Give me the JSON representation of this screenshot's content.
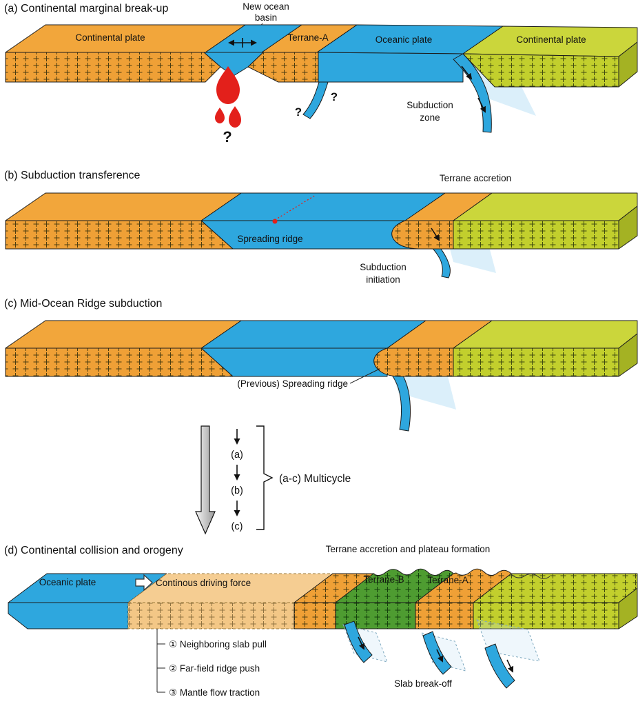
{
  "colors": {
    "orange_top": "#F2A63B",
    "orange_front": "#EFA036",
    "orange_faded_top": "#F5CD92",
    "orange_faded_front": "#F3C786",
    "yellow_top": "#CBD63B",
    "yellow_front": "#C2CF2D",
    "yellow_side": "#A4B223",
    "green_front": "#4E9C31",
    "blue": "#2EA7DE",
    "blue_light": "#C3E5F6",
    "red": "#E3201B",
    "arrow_gray": "#9a9a9a"
  },
  "panel_a": {
    "title": "(a) Continental marginal break-up",
    "new_ocean_basin": [
      "New ocean",
      "basin"
    ],
    "continental_plate_left": "Continental plate",
    "terrane_a": "Terrane-A",
    "oceanic_plate": "Oceanic plate",
    "continental_plate_right": "Continental plate",
    "subduction_zone": [
      "Subduction",
      "zone"
    ],
    "q_mantle": "?",
    "q_slab1": "?",
    "q_slab2": "?"
  },
  "panel_b": {
    "title": "(b) Subduction transference",
    "terrane_accretion": "Terrane accretion",
    "spreading_ridge": "Spreading ridge",
    "subduction_initiation": [
      "Subduction",
      "initiation"
    ]
  },
  "panel_c": {
    "title": "(c) Mid-Ocean Ridge subduction",
    "previous_spreading_ridge": "(Previous) Spreading ridge"
  },
  "cycle": {
    "steps": [
      "(a)",
      "(b)",
      "(c)"
    ],
    "label": "(a-c) Multicycle"
  },
  "panel_d": {
    "title": "(d) Continental collision and orogeny",
    "plateau": "Terrane accretion and plateau formation",
    "oceanic_plate": "Oceanic plate",
    "driving_force": "Continous driving force",
    "terrane_b": "Terrane-B",
    "terrane_a": "Terrane-A",
    "forces": [
      "① Neighboring slab pull",
      "② Far-field ridge push",
      "③ Mantle flow traction"
    ],
    "slab_break_off": "Slab break-off"
  }
}
